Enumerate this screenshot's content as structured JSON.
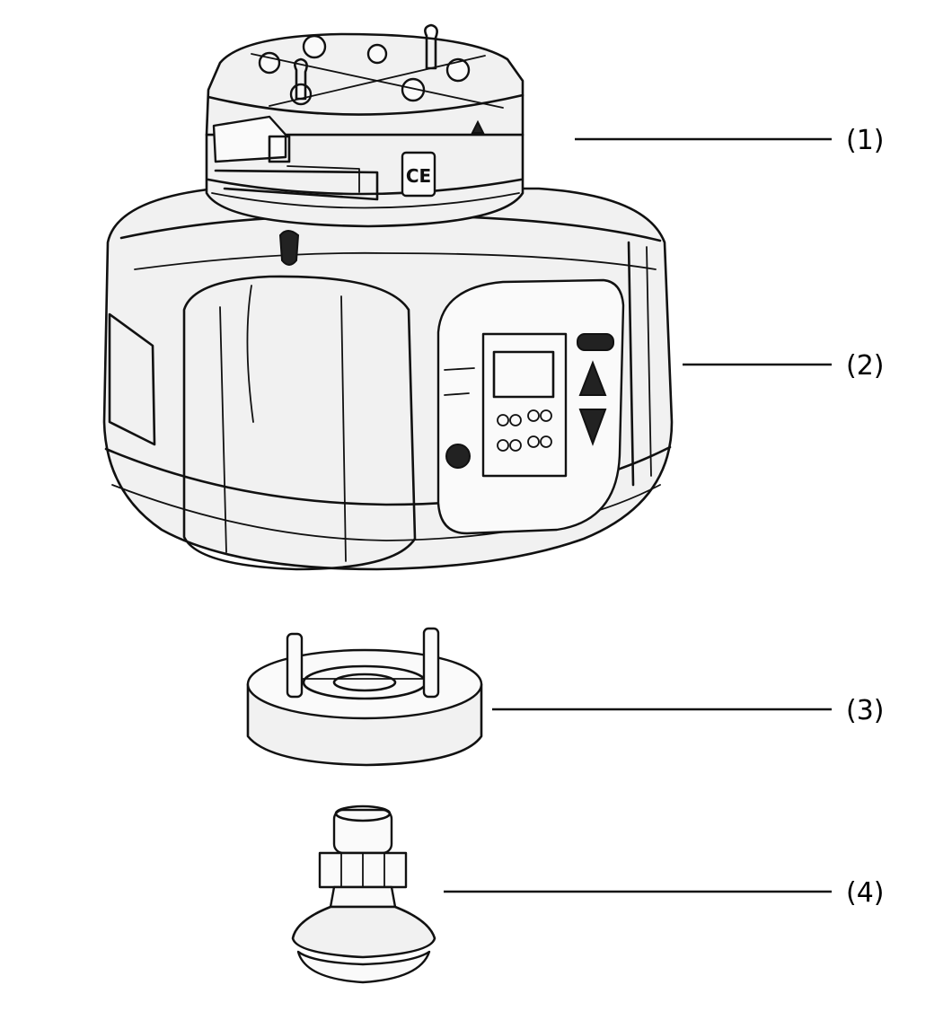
{
  "callouts": [
    {
      "label": "(1)"
    },
    {
      "label": "(2)"
    },
    {
      "label": "(3)"
    },
    {
      "label": "(4)"
    }
  ],
  "parts": {
    "ce_mark": "CE"
  }
}
